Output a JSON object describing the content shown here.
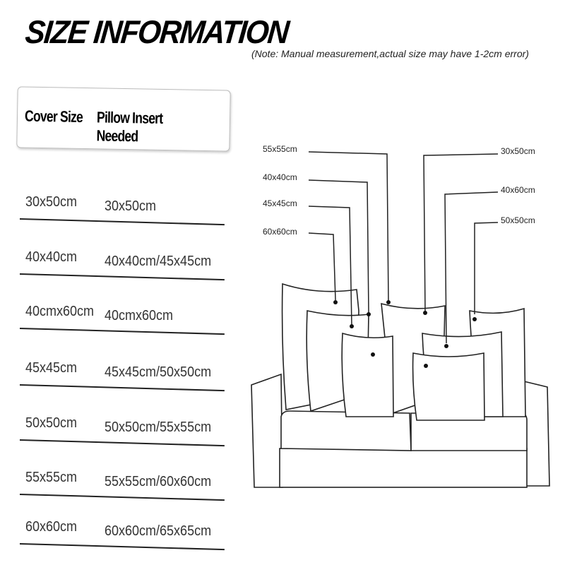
{
  "title": "SIZE INFORMATION",
  "note": "(Note: Manual measurement,actual size may have 1-2cm error)",
  "table": {
    "headers": [
      "Cover Size",
      "Pillow Insert Needed"
    ],
    "rows": [
      {
        "cover": "30x50cm",
        "insert": "30x50cm"
      },
      {
        "cover": "40x40cm",
        "insert": "40x40cm/45x45cm"
      },
      {
        "cover": "40cmx60cm",
        "insert": "40cmx60cm"
      },
      {
        "cover": "45x45cm",
        "insert": "45x45cm/50x50cm"
      },
      {
        "cover": "50x50cm",
        "insert": "50x50cm/55x55cm"
      },
      {
        "cover": "55x55cm",
        "insert": "55x55cm/60x60cm"
      },
      {
        "cover": "60x60cm",
        "insert": "60x60cm/65x65cm"
      }
    ]
  },
  "diagram": {
    "left_labels": [
      "55x55cm",
      "40x40cm",
      "45x45cm",
      "60x60cm"
    ],
    "right_labels": [
      "30x50cm",
      "40x60cm",
      "50x50cm"
    ]
  }
}
